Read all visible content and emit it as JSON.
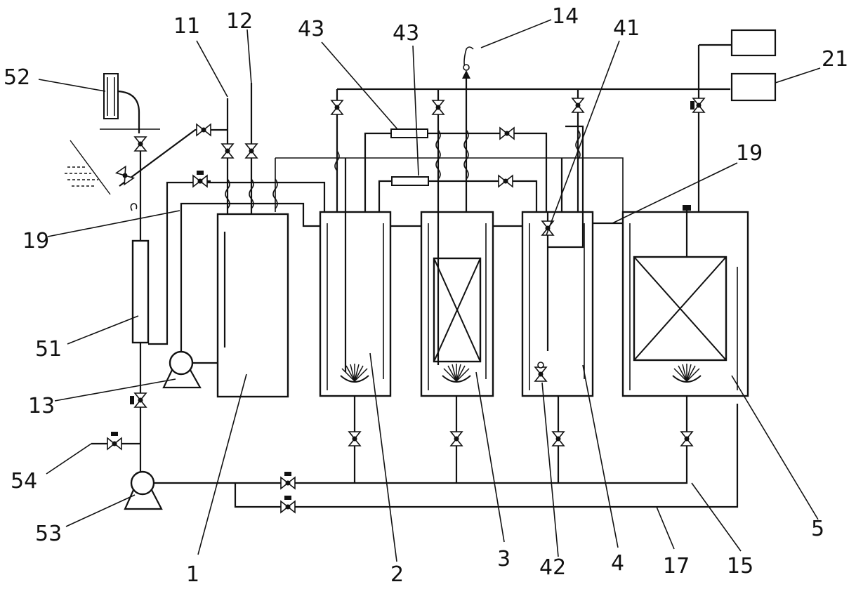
{
  "labels": {
    "l1": "1",
    "l2": "2",
    "l3": "3",
    "l4": "4",
    "l5": "5",
    "l11": "11",
    "l12": "12",
    "l13": "13",
    "l14": "14",
    "l15": "15",
    "l17": "17",
    "l19a": "19",
    "l19b": "19",
    "l21": "21",
    "l41": "41",
    "l42": "42",
    "l43a": "43",
    "l43b": "43",
    "l51": "51",
    "l52": "52",
    "l53": "53",
    "l54": "54"
  }
}
